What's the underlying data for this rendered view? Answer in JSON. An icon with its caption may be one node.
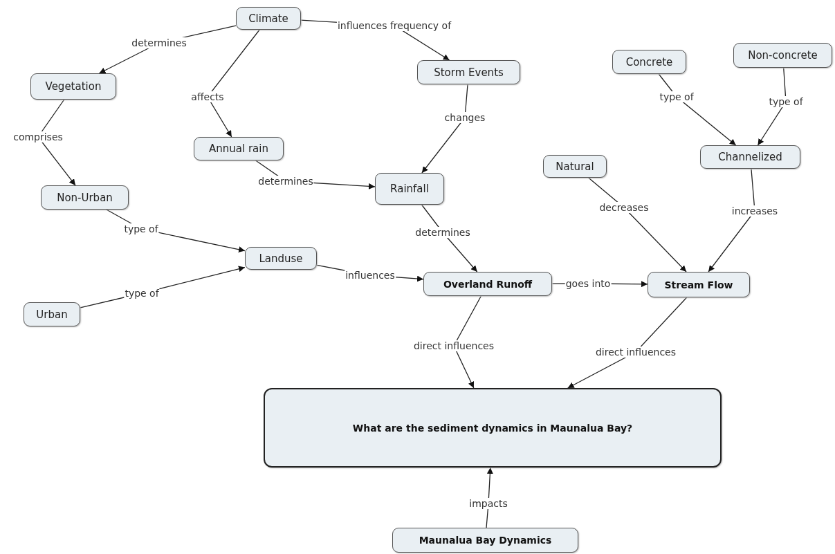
{
  "diagram": {
    "nodes": [
      {
        "text": [
          "Climate"
        ]
      },
      {
        "text": [
          "Storm Events"
        ]
      },
      {
        "text": [
          "Concrete"
        ]
      },
      {
        "text": [
          "Non-concrete"
        ]
      },
      {
        "text": [
          "Vegetation"
        ]
      },
      {
        "text": [
          "Annual rain"
        ]
      },
      {
        "text": [
          "Channelized"
        ]
      },
      {
        "text": [
          "Natural"
        ]
      },
      {
        "text": [
          "Rainfall"
        ]
      },
      {
        "text": [
          "Non-Urban"
        ]
      },
      {
        "text": [
          "Landuse"
        ]
      },
      {
        "text": [
          "Overland Runoff"
        ]
      },
      {
        "text": [
          "Stream Flow"
        ]
      },
      {
        "text": [
          "Urban"
        ]
      },
      {
        "text": [
          "What are the sediment dynamics in Maunalua Bay?"
        ]
      },
      {
        "text": [
          "Maunalua Bay Dynamics"
        ]
      }
    ],
    "edges": [
      {
        "from": 0,
        "to": 4,
        "arrow": "to",
        "label": "determines"
      },
      {
        "from": 0,
        "to": 5,
        "arrow": "to",
        "label": "affects"
      },
      {
        "from": 0,
        "to": 1,
        "arrow": "to",
        "label": "influences frequency of"
      },
      {
        "from": 1,
        "to": 8,
        "arrow": "to",
        "label": "changes"
      },
      {
        "from": 5,
        "to": 8,
        "arrow": "to",
        "label": "determines"
      },
      {
        "from": 8,
        "to": 11,
        "arrow": "to",
        "label": "determines"
      },
      {
        "from": 2,
        "to": 6,
        "arrow": "to",
        "label": "type of"
      },
      {
        "from": 3,
        "to": 6,
        "arrow": "to",
        "label": "type of"
      },
      {
        "from": 7,
        "to": 12,
        "arrow": "to",
        "label": "decreases"
      },
      {
        "from": 6,
        "to": 12,
        "arrow": "to",
        "label": "increases"
      },
      {
        "from": 4,
        "to": 9,
        "arrow": "to",
        "label": "comprises"
      },
      {
        "from": 9,
        "to": 10,
        "arrow": "to",
        "label": "type of"
      },
      {
        "from": 13,
        "to": 10,
        "arrow": "to",
        "label": "type of"
      },
      {
        "from": 10,
        "to": 11,
        "arrow": "to",
        "label": "influences"
      },
      {
        "from": 11,
        "to": 12,
        "arrow": "to",
        "label": "goes into"
      },
      {
        "from": 11,
        "to": 14,
        "arrow": "to",
        "label": "direct influences"
      },
      {
        "from": 12,
        "to": 14,
        "arrow": "to",
        "label": "direct influences"
      },
      {
        "from": 15,
        "to": 14,
        "arrow": "to",
        "label": "impacts"
      }
    ]
  }
}
